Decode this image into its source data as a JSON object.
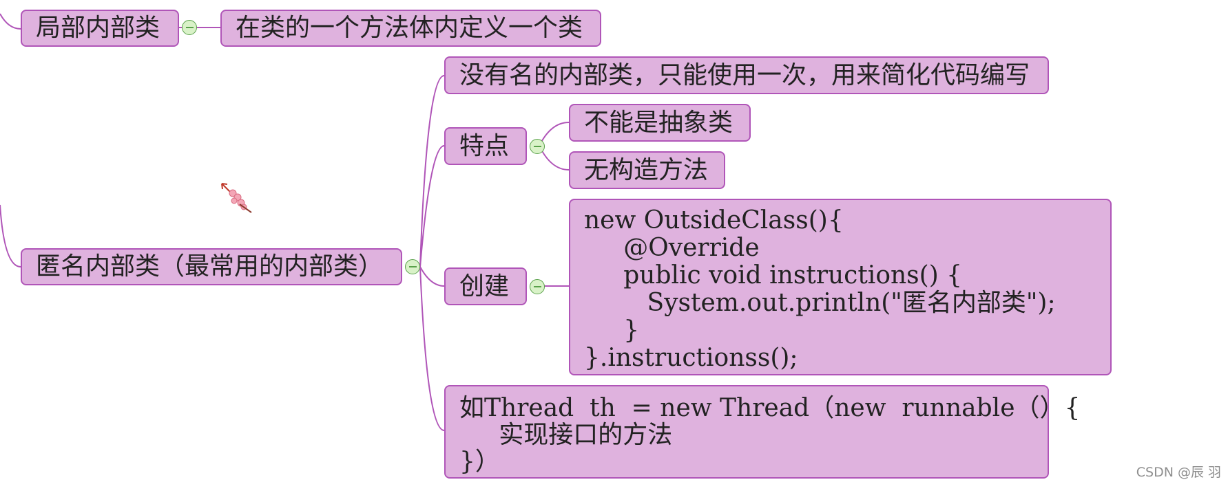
{
  "nodes": {
    "local_inner_class": "局部内部类",
    "local_desc": "在类的一个方法体内定义一个类",
    "anonymous_inner_class": "匿名内部类（最常用的内部类）",
    "anon_desc": "没有名的内部类，只能使用一次，用来简化代码编写",
    "features": "特点",
    "feature_1": "不能是抽象类",
    "feature_2": "无构造方法",
    "create": "创建",
    "create_code": "new OutsideClass(){\n     @Override\n     public void instructions() {\n        System.out.println(\"匿名内部类\");\n     }\n}.instructionss();",
    "thread_example": "如Thread  th  = new Thread（new  runnable（）{\n     实现接口的方法\n}）"
  },
  "watermark": "CSDN @辰 羽",
  "colors": {
    "node_fill": "#dfb2de",
    "node_border": "#b055b8",
    "edge": "#b055b8",
    "collapse_fill": "#d9f2c8",
    "collapse_border": "#59a14a"
  },
  "icons": [
    "collapse-icon",
    "flower-icon"
  ]
}
